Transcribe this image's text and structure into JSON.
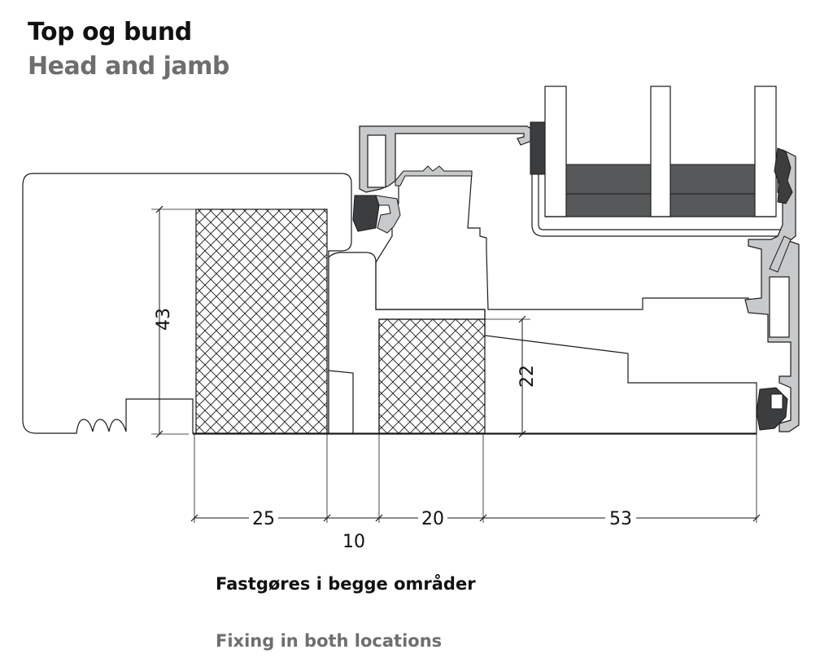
{
  "heading": {
    "title": "Top og bund",
    "subtitle": "Head and jamb"
  },
  "captions": {
    "primary": "Fastgøres i begge områder",
    "secondary": "Fixing in both locations"
  },
  "dimensions": {
    "d25": "25",
    "d10": "10",
    "d20": "20",
    "d53": "53",
    "d43": "43",
    "d22": "22"
  },
  "colors": {
    "subtitle": "#6d6e70",
    "aluminium": "#c8c9cb",
    "gasket": "#3c3d3f",
    "spacer": "#57585a",
    "line": "#1a1a1a"
  }
}
